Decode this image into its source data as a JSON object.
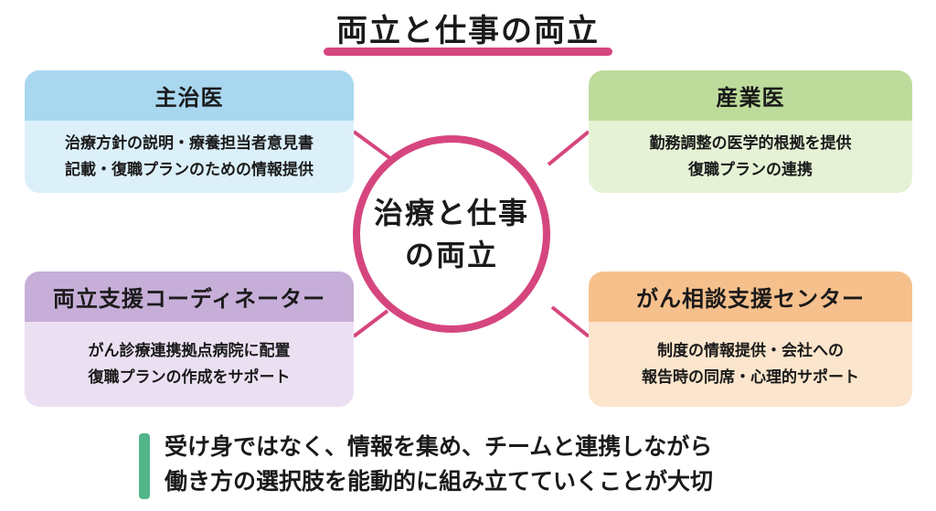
{
  "title": "両立と仕事の両立",
  "hub": {
    "line1": "治療と仕事",
    "line2": "の両立"
  },
  "boxes": {
    "doctor": {
      "title": "主治医",
      "lines": [
        "治療方針の説明・療養担当者意見書",
        "記載・復職プランのための情報提供"
      ]
    },
    "occupational": {
      "title": "産業医",
      "lines": [
        "勤務調整の医学的根拠を提供",
        "復職プランの連携"
      ]
    },
    "coordinator": {
      "title": "両立支援コーディネーター",
      "lines": [
        "がん診療連携拠点病院に配置",
        "復職プランの作成をサポート"
      ]
    },
    "cancer_center": {
      "title": "がん相談支援センター",
      "lines": [
        "制度の情報提供・会社への",
        "報告時の同席・心理的サポート"
      ]
    }
  },
  "footer": {
    "lines": [
      "受け身ではなく、情報を集め、チームと連携しながら",
      "働き方の選択肢を能動的に組み立てていくことが大切"
    ]
  },
  "colors": {
    "accent": "#d6467e",
    "footer_bar": "#52b68a"
  }
}
